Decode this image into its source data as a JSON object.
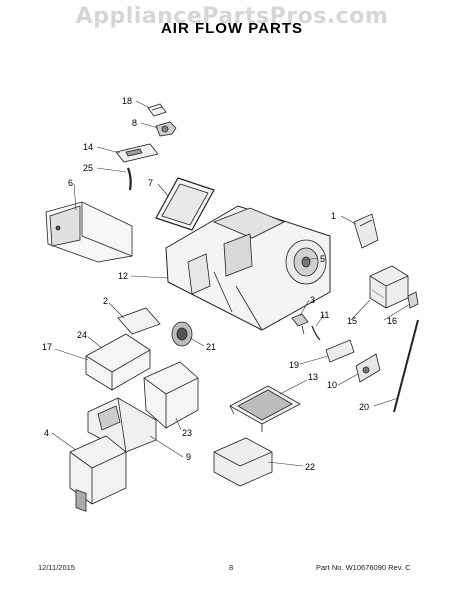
{
  "header": {
    "watermark": "AppliancePartsPros.com",
    "title": "AIR FLOW PARTS"
  },
  "callouts": [
    "18",
    "8",
    "14",
    "25",
    "7",
    "6",
    "1",
    "5",
    "12",
    "3",
    "2",
    "11",
    "15",
    "16",
    "24",
    "21",
    "17",
    "19",
    "10",
    "13",
    "20",
    "4",
    "23",
    "9",
    "22"
  ],
  "footer": {
    "date": "12/11/2015",
    "page": "8",
    "part_no": "Part No.  W10676090  Rev. C"
  }
}
